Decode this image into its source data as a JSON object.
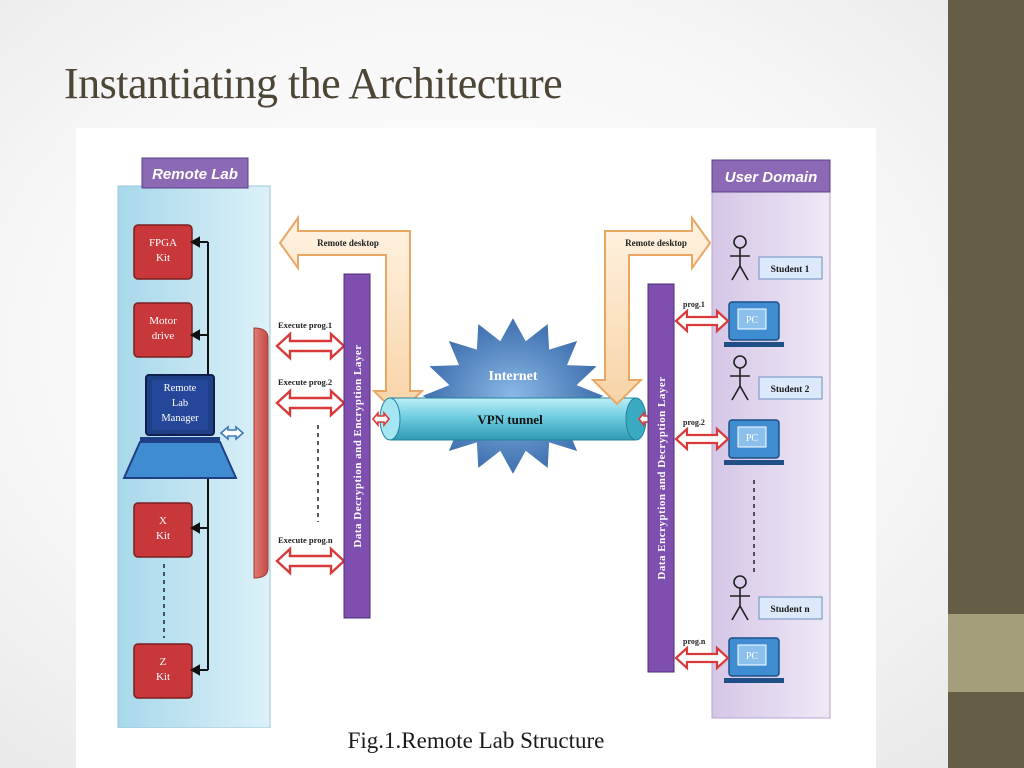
{
  "slide": {
    "title": "Instantiating the Architecture"
  },
  "figure": {
    "caption": "Fig.1.Remote Lab Structure",
    "remote_lab": {
      "header": "Remote Lab",
      "devices": [
        {
          "line1": "FPGA",
          "line2": "Kit"
        },
        {
          "line1": "Motor",
          "line2": "drive"
        },
        {
          "line1": "X",
          "line2": "Kit"
        },
        {
          "line1": "Z",
          "line2": "Kit"
        }
      ],
      "manager": {
        "line1": "Remote",
        "line2": "Lab",
        "line3": "Manager"
      }
    },
    "user_domain": {
      "header": "User Domain",
      "students": [
        {
          "label": "Student 1",
          "pc": "PC",
          "prog": "prog.1"
        },
        {
          "label": "Student 2",
          "pc": "PC",
          "prog": "prog.2"
        },
        {
          "label": "Student n",
          "pc": "PC",
          "prog": "prog.n"
        }
      ]
    },
    "remote_desktop_left": "Remote desktop",
    "remote_desktop_right": "Remote desktop",
    "execute": [
      "Execute prog.1",
      "Execute prog.2",
      "Execute prog.n"
    ],
    "layer_left": "Data Decryption and Encryption Layer",
    "layer_right": "Data Encryption and Decryption Layer",
    "internet": "Internet",
    "vpn": "VPN tunnel"
  },
  "colors": {
    "device_red": "#c8383a",
    "layer_purple": "#7e4fae",
    "lab_panel": "#bfe2ef",
    "user_panel": "#e3d9ee",
    "header_purple": "#8b69b5",
    "arrow_red": "#d83a3a",
    "tunnel_cyan": "#6fcde0",
    "burst_blue": "#3f78b8",
    "pc_blue": "#3f8dd0",
    "sidebar": "#665d47",
    "sidebar_accent": "#a59e7b"
  }
}
